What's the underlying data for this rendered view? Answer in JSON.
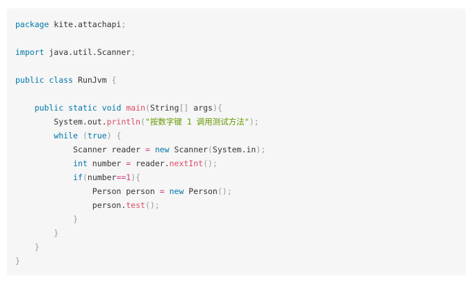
{
  "code": {
    "language": "java",
    "lines": [
      [
        {
          "t": "package",
          "c": "kw"
        },
        {
          "t": " kite.attachapi",
          "c": "plain"
        },
        {
          "t": ";",
          "c": "pn"
        }
      ],
      [],
      [
        {
          "t": "import",
          "c": "kw"
        },
        {
          "t": " java.util.Scanner",
          "c": "plain"
        },
        {
          "t": ";",
          "c": "pn"
        }
      ],
      [],
      [
        {
          "t": "public",
          "c": "kw"
        },
        {
          "t": " ",
          "c": "plain"
        },
        {
          "t": "class",
          "c": "kw"
        },
        {
          "t": " RunJvm ",
          "c": "plain"
        },
        {
          "t": "{",
          "c": "pn"
        }
      ],
      [],
      [
        {
          "t": "    ",
          "c": "plain"
        },
        {
          "t": "public",
          "c": "kw"
        },
        {
          "t": " ",
          "c": "plain"
        },
        {
          "t": "static",
          "c": "kw"
        },
        {
          "t": " ",
          "c": "plain"
        },
        {
          "t": "void",
          "c": "kw"
        },
        {
          "t": " ",
          "c": "plain"
        },
        {
          "t": "main",
          "c": "fn"
        },
        {
          "t": "(",
          "c": "pn"
        },
        {
          "t": "String",
          "c": "plain"
        },
        {
          "t": "[]",
          "c": "pn"
        },
        {
          "t": " args",
          "c": "plain"
        },
        {
          "t": "){",
          "c": "pn"
        }
      ],
      [
        {
          "t": "        System.out.",
          "c": "plain"
        },
        {
          "t": "println",
          "c": "fn"
        },
        {
          "t": "(",
          "c": "pn"
        },
        {
          "t": "\"按数字键 1 调用测试方法\"",
          "c": "str"
        },
        {
          "t": ");",
          "c": "pn"
        }
      ],
      [
        {
          "t": "        ",
          "c": "plain"
        },
        {
          "t": "while",
          "c": "kw"
        },
        {
          "t": " ",
          "c": "plain"
        },
        {
          "t": "(",
          "c": "pn"
        },
        {
          "t": "true",
          "c": "kw"
        },
        {
          "t": ")",
          "c": "pn"
        },
        {
          "t": " ",
          "c": "plain"
        },
        {
          "t": "{",
          "c": "pn"
        }
      ],
      [
        {
          "t": "            Scanner reader ",
          "c": "plain"
        },
        {
          "t": "=",
          "c": "op"
        },
        {
          "t": " ",
          "c": "plain"
        },
        {
          "t": "new",
          "c": "kw"
        },
        {
          "t": " Scanner",
          "c": "plain"
        },
        {
          "t": "(",
          "c": "pn"
        },
        {
          "t": "System.in",
          "c": "plain"
        },
        {
          "t": ");",
          "c": "pn"
        }
      ],
      [
        {
          "t": "            ",
          "c": "plain"
        },
        {
          "t": "int",
          "c": "kw"
        },
        {
          "t": " number ",
          "c": "plain"
        },
        {
          "t": "=",
          "c": "op"
        },
        {
          "t": " reader.",
          "c": "plain"
        },
        {
          "t": "nextInt",
          "c": "fn"
        },
        {
          "t": "();",
          "c": "pn"
        }
      ],
      [
        {
          "t": "            ",
          "c": "plain"
        },
        {
          "t": "if",
          "c": "kw"
        },
        {
          "t": "(",
          "c": "pn"
        },
        {
          "t": "number",
          "c": "plain"
        },
        {
          "t": "==",
          "c": "op"
        },
        {
          "t": "1",
          "c": "op"
        },
        {
          "t": "){",
          "c": "pn"
        }
      ],
      [
        {
          "t": "                Person person ",
          "c": "plain"
        },
        {
          "t": "=",
          "c": "op"
        },
        {
          "t": " ",
          "c": "plain"
        },
        {
          "t": "new",
          "c": "kw"
        },
        {
          "t": " Person",
          "c": "plain"
        },
        {
          "t": "();",
          "c": "pn"
        }
      ],
      [
        {
          "t": "                person.",
          "c": "plain"
        },
        {
          "t": "test",
          "c": "fn"
        },
        {
          "t": "();",
          "c": "pn"
        }
      ],
      [
        {
          "t": "            ",
          "c": "plain"
        },
        {
          "t": "}",
          "c": "pn"
        }
      ],
      [
        {
          "t": "        ",
          "c": "plain"
        },
        {
          "t": "}",
          "c": "pn"
        }
      ],
      [
        {
          "t": "    ",
          "c": "plain"
        },
        {
          "t": "}",
          "c": "pn"
        }
      ],
      [
        {
          "t": "}",
          "c": "pn"
        }
      ]
    ]
  },
  "colors": {
    "background": "#f6f6f6",
    "keyword": "#0077aa",
    "function": "#dd4a68",
    "operator": "#d33682",
    "string": "#669900",
    "punctuation": "#999999",
    "text": "#333333"
  }
}
